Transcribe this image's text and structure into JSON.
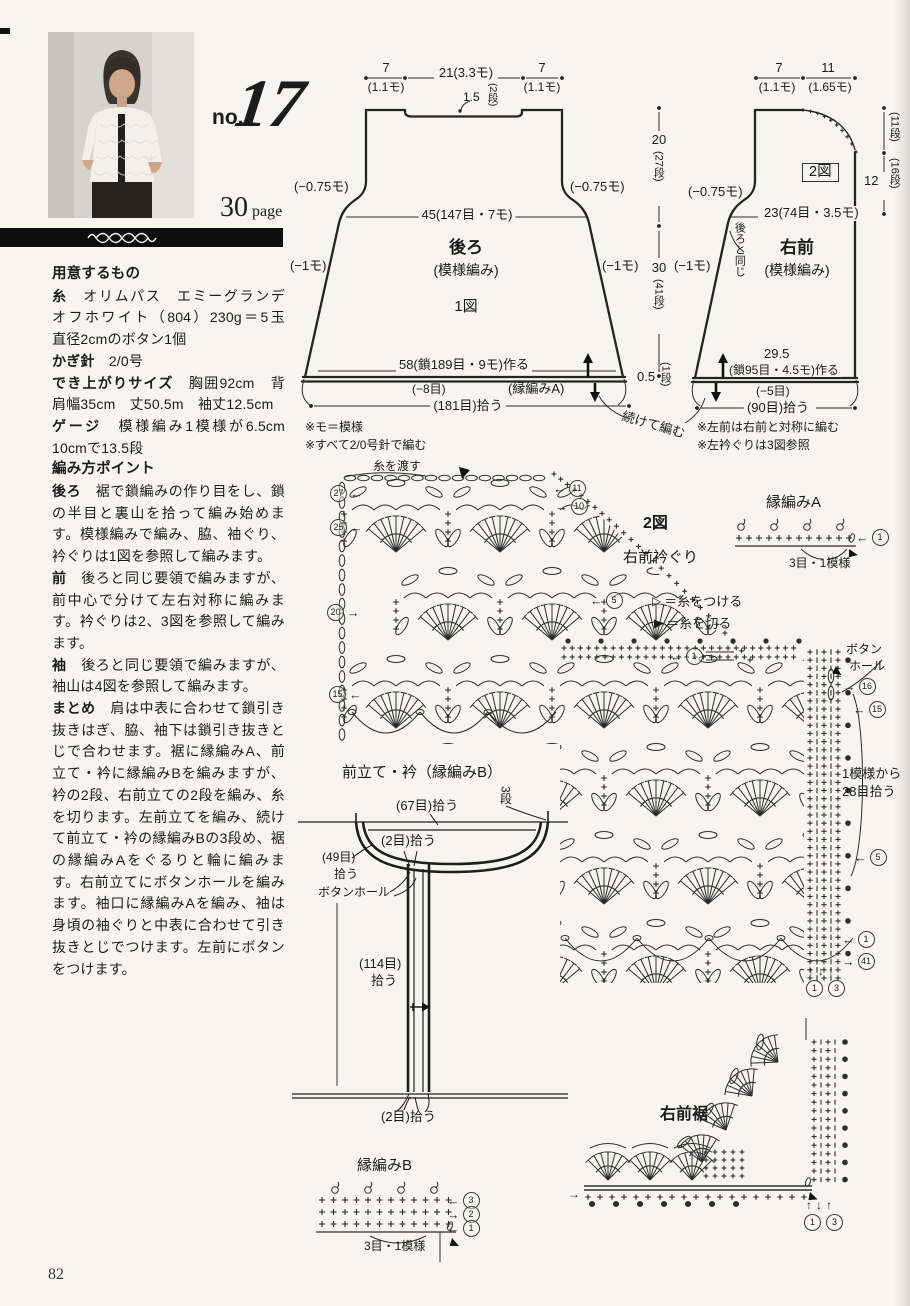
{
  "icons": {
    "arrow_left": "←",
    "arrow_right": "→",
    "up_down_up": "↑↓↑",
    "attach_triangle": "▷",
    "cut_triangle": "▶"
  },
  "header": {
    "no_label": "no.",
    "design_number": "17",
    "page_ref_number": "30",
    "page_ref_word": "page"
  },
  "page_number": "82",
  "materials": {
    "title": "用意するもの",
    "lines": [
      {
        "label": "糸",
        "text": "オリムパス　エミーグランデ　オフホワイト（804）230g＝5玉　直径2cmのボタン1個"
      },
      {
        "label": "かぎ針",
        "text": "2/0号"
      },
      {
        "label": "でき上がりサイズ",
        "text": "胸囲92cm　背肩幅35cm　丈50.5m　袖丈12.5cm"
      },
      {
        "label": "ゲージ",
        "text": "模様編み1模様が6.5cm　10cmで13.5段"
      }
    ]
  },
  "points": {
    "title": "編み方ポイント",
    "paragraphs": [
      {
        "label": "後ろ",
        "text": "裾で鎖編みの作り目をし、鎖の半目と裏山を拾って編み始めます。模様編みで編み、脇、袖ぐり、衿ぐりは1図を参照して編みます。"
      },
      {
        "label": "前",
        "text": "後ろと同じ要領で編みますが、前中心で分けて左右対称に編みます。衿ぐりは2、3図を参照して編みます。"
      },
      {
        "label": "袖",
        "text": "後ろと同じ要領で編みますが、袖山は4図を参照して編みます。"
      },
      {
        "label": "まとめ",
        "text": "肩は中表に合わせて鎖引き抜きはぎ、脇、袖下は鎖引き抜きとじで合わせます。裾に縁編みA、前立て・衿に縁編みBを編みますが、衿の2段、右前立ての2段を編み、糸を切ります。左前立てを編み、続けて前立て・衿の縁編みBの3段め、裾の縁編みAをぐるりと輪に編みます。右前立てにボタンホールを編みます。袖口に縁編みAを編み、袖は身頃の袖ぐりと中表に合わせて引き抜きとじでつけます。左前にボタンをつけます。"
      }
    ]
  },
  "back": {
    "w7l": "7",
    "w7l_u": "(1.1モ)",
    "w21": "21(3.3モ)",
    "w7r": "7",
    "w7r_u": "(1.1モ)",
    "neck_depth": "1.5",
    "neck_rows": "(2段)",
    "dec_l": "(−0.75モ)",
    "dec_r": "(−0.75モ)",
    "chest": "45(147目・7モ)",
    "name": "後ろ",
    "stitch": "(模様編み)",
    "figure": "1図",
    "dec2_l": "(−1モ)",
    "dec2_r": "(−1モ)",
    "cast_on": "58(鎖189目・9モ)作る",
    "minus8": "(−8目)",
    "edge_a": "(縁編みA)",
    "pickup": "(181目)拾う",
    "continue": "続けて編む",
    "note1": "※モ＝模様",
    "note2": "※すべて2/0号針で編む"
  },
  "front": {
    "w7": "7",
    "w7_u": "(1.1モ)",
    "w11": "11",
    "w11_u": "(1.65モ)",
    "figure": "2図",
    "dec": "(−0.75モ)",
    "chest": "23(74目・3.5モ)",
    "same_as_back": "後ろと同じ",
    "name": "右前",
    "stitch": "(模様編み)",
    "dec2": "(−1モ)",
    "cast_on_w": "29.5",
    "cast_on": "(鎖95目・4.5モ)作る",
    "minus5": "(−5目)",
    "pickup": "(90目)拾う",
    "note1": "※左前は右前と対称に編む",
    "note2": "※左衿ぐりは3図参照"
  },
  "dims": {
    "upper": "20",
    "upper_rows": "(27段)",
    "lower": "30",
    "lower_rows": "(41段)",
    "hem": "0.5",
    "hem_rows": "(1段)",
    "neck_rows": "(11段)",
    "armhole": "12",
    "armhole_rows": "(16段)"
  },
  "chart": {
    "figure": "2図",
    "sub": "右前衿ぐり",
    "yarn_carry": "糸を渡す",
    "n27": "27",
    "n25": "25",
    "n20": "20",
    "n15": "15",
    "n11": "11",
    "n10": "10",
    "n5": "5",
    "n1": "1",
    "buttonhole1": "ボタン",
    "buttonhole2": "ホール",
    "n16": "16",
    "n15r": "15",
    "pickup_note1": "1模様から",
    "pickup_note2": "28目拾う",
    "n5r": "5",
    "n1r": "1",
    "n41": "41",
    "nb1": "1",
    "nb3": "3"
  },
  "legend": {
    "attach_label": "＝糸をつける",
    "cut_label": "＝糸を切る"
  },
  "edging_a": {
    "title": "縁編みA",
    "n1": "1",
    "caption": "3目・1模様"
  },
  "edging_b": {
    "title": "縁編みB",
    "n3": "3",
    "n2": "2",
    "n1": "1",
    "caption": "3目・1模様"
  },
  "band": {
    "title": "前立て・衿（縁編みB）",
    "p67": "(67目)拾う",
    "rows3": "3段",
    "p2": "(2目)拾う",
    "p49a": "(49目)",
    "p49b": "拾う",
    "buttonhole": "ボタンホール",
    "p114a": "(114目)",
    "p114b": "拾う",
    "p2b": "(2目)拾う"
  },
  "hem_chart": {
    "title": "右前裾",
    "n1": "1",
    "n3": "3"
  }
}
